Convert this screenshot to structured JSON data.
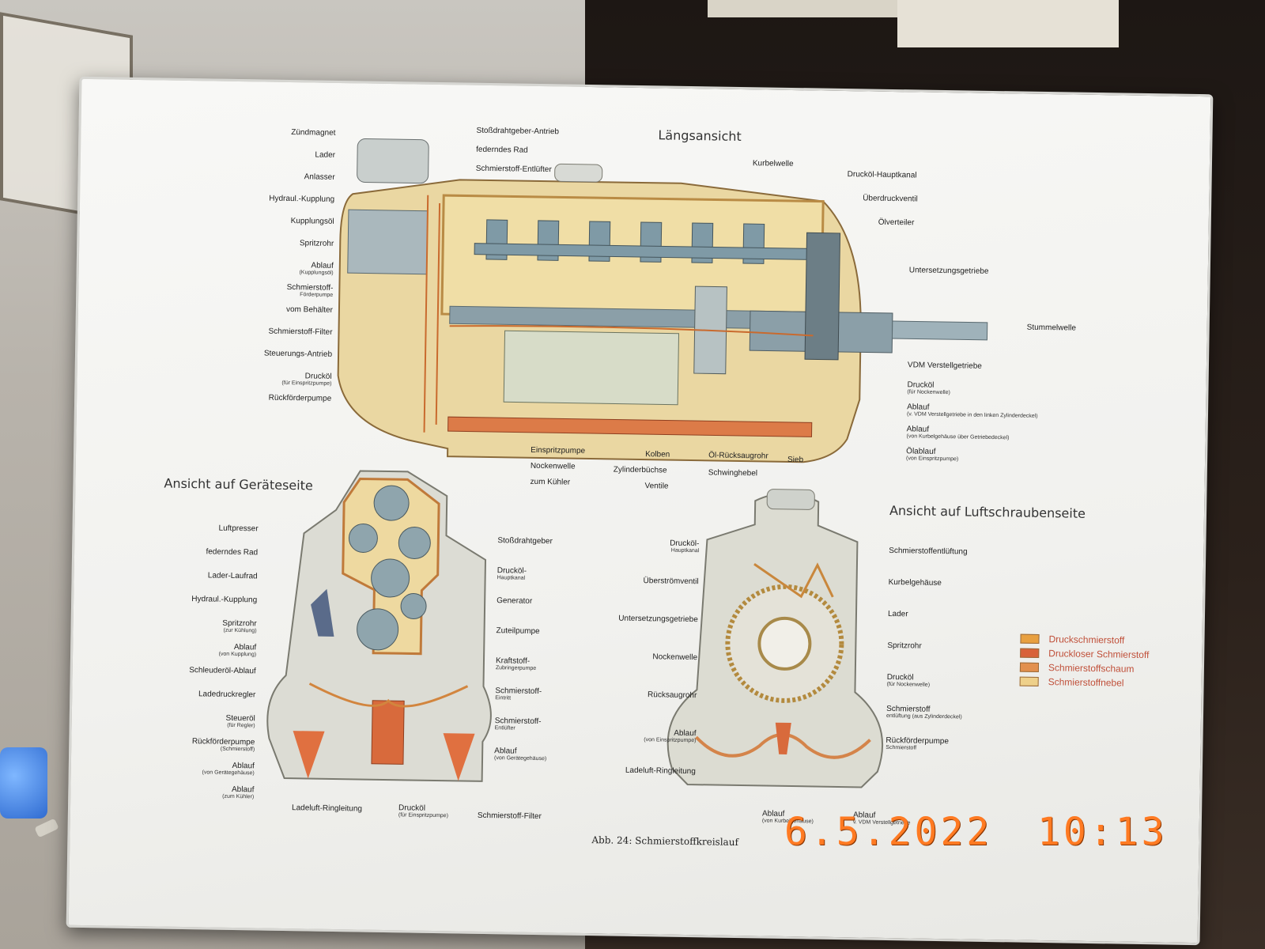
{
  "diagram": {
    "top_heading": "Längsansicht",
    "left_heading": "Ansicht auf Geräteseite",
    "right_heading": "Ansicht auf Luftschraubenseite",
    "caption": "Abb. 24:  Schmierstoffkreislauf",
    "top_left_labels": [
      {
        "main": "Zündmagnet",
        "sub": ""
      },
      {
        "main": "Lader",
        "sub": ""
      },
      {
        "main": "Anlasser",
        "sub": ""
      },
      {
        "main": "Hydraul.-Kupplung",
        "sub": ""
      },
      {
        "main": "Kupplungsöl",
        "sub": ""
      },
      {
        "main": "Spritzrohr",
        "sub": ""
      },
      {
        "main": "Ablauf",
        "sub": "(Kupplungsöl)"
      },
      {
        "main": "Schmierstoff-",
        "sub": "Förderpumpe"
      },
      {
        "main": "vom Behälter",
        "sub": ""
      },
      {
        "main": "Schmierstoff-Filter",
        "sub": ""
      },
      {
        "main": "Steuerungs-Antrieb",
        "sub": ""
      },
      {
        "main": "Drucköl",
        "sub": "(für Einspritzpumpe)"
      },
      {
        "main": "Rückförderpumpe",
        "sub": ""
      }
    ],
    "top_top_labels": [
      "Stoßdrahtgeber-Antrieb",
      "federndes Rad",
      "Schmierstoff-Entlüfter",
      "Kurbelwelle",
      "Drucköl-Hauptkanal",
      "Überdruckventil",
      "Ölverteiler",
      "Untersetzungsgetriebe",
      "Stummelwelle",
      "VDM Verstellgetriebe"
    ],
    "top_right_labels": [
      {
        "main": "Drucköl",
        "sub": "(für Nockenwelle)"
      },
      {
        "main": "Ablauf",
        "sub": "(v. VDM Verstellgetriebe in den linken Zylinderdeckel)"
      },
      {
        "main": "Ablauf",
        "sub": "(von Kurbelgehäuse über Getriebedeckel)"
      },
      {
        "main": "Ölablauf",
        "sub": "(von Einspritzpumpe)"
      }
    ],
    "top_bottom_labels": [
      "Einspritzpumpe",
      "Nockenwelle",
      "zum Kühler",
      "Kolben",
      "Zylinderbüchse",
      "Ventile",
      "Öl-Rücksaugrohr",
      "Schwinghebel",
      "Sieb"
    ],
    "left_view_left_labels": [
      {
        "main": "Luftpresser",
        "sub": ""
      },
      {
        "main": "federndes Rad",
        "sub": ""
      },
      {
        "main": "Lader-Laufrad",
        "sub": ""
      },
      {
        "main": "Hydraul.-Kupplung",
        "sub": ""
      },
      {
        "main": "Spritzrohr",
        "sub": "(zur Kühlung)"
      },
      {
        "main": "Ablauf",
        "sub": "(von Kupplung)"
      },
      {
        "main": "Schleuderöl-Ablauf",
        "sub": ""
      },
      {
        "main": "Ladedruckregler",
        "sub": ""
      },
      {
        "main": "Steueröl",
        "sub": "(für Regler)"
      },
      {
        "main": "Rückförderpumpe",
        "sub": "(Schmierstoff)"
      },
      {
        "main": "Ablauf",
        "sub": "(von Gerätegehäuse)"
      },
      {
        "main": "Ablauf",
        "sub": "(zum Kühler)"
      }
    ],
    "left_view_right_labels": [
      {
        "main": "Stoßdrahtgeber",
        "sub": ""
      },
      {
        "main": "Drucköl-",
        "sub": "Hauptkanal"
      },
      {
        "main": "Generator",
        "sub": ""
      },
      {
        "main": "Zuteilpumpe",
        "sub": ""
      },
      {
        "main": "Kraftstoff-",
        "sub": "Zubringerpumpe"
      },
      {
        "main": "Schmierstoff-",
        "sub": "Eintritt"
      },
      {
        "main": "Schmierstoff-",
        "sub": "Entlüfter"
      },
      {
        "main": "Ablauf",
        "sub": "(von Gerätegehäuse)"
      }
    ],
    "left_view_bottom_labels": [
      {
        "main": "Ladeluft-Ringleitung",
        "sub": ""
      },
      {
        "main": "Drucköl",
        "sub": "(für Einspritzpumpe)"
      },
      {
        "main": "Schmierstoff-Filter",
        "sub": ""
      }
    ],
    "right_view_left_labels": [
      {
        "main": "Drucköl-",
        "sub": "Hauptkanal"
      },
      {
        "main": "Überströmventil",
        "sub": ""
      },
      {
        "main": "Untersetzungsgetriebe",
        "sub": ""
      },
      {
        "main": "Nockenwelle",
        "sub": ""
      },
      {
        "main": "Rücksaugrohr",
        "sub": ""
      },
      {
        "main": "Ablauf",
        "sub": "(von Einspritzpumpe)"
      },
      {
        "main": "Ladeluft-Ringleitung",
        "sub": ""
      }
    ],
    "right_view_right_labels": [
      {
        "main": "Schmierstoffentlüftung",
        "sub": ""
      },
      {
        "main": "Kurbelgehäuse",
        "sub": ""
      },
      {
        "main": "Lader",
        "sub": ""
      },
      {
        "main": "Spritzrohr",
        "sub": ""
      },
      {
        "main": "Drucköl",
        "sub": "(für Nockenwelle)"
      },
      {
        "main": "Schmierstoff",
        "sub": "entlüftung (aus Zylinderdeckel)"
      },
      {
        "main": "Rückförderpumpe",
        "sub": "Schmierstoff"
      }
    ],
    "right_view_bottom_labels": [
      {
        "main": "Ablauf",
        "sub": "(von Kurbelgehäuse)"
      },
      {
        "main": "Ablauf",
        "sub": "v. VDM Verstellgetriebe"
      }
    ],
    "legend": [
      {
        "label": "Druckschmierstoff",
        "color": "#e8a040"
      },
      {
        "label": "Druckloser Schmierstoff",
        "color": "#d8623a"
      },
      {
        "label": "Schmierstoffschaum",
        "color": "#e2904e"
      },
      {
        "label": "Schmierstoffnebel",
        "color": "#eed08a"
      }
    ]
  },
  "timestamp": {
    "date": "6.5.2022",
    "time": "10:13",
    "color": "#ff7a22"
  },
  "colors": {
    "oil_pressure": "#e8a040",
    "oil_unpressured": "#d8623a",
    "casing_tan": "#e9cf94",
    "metal_blue": "#7f9aa6"
  }
}
